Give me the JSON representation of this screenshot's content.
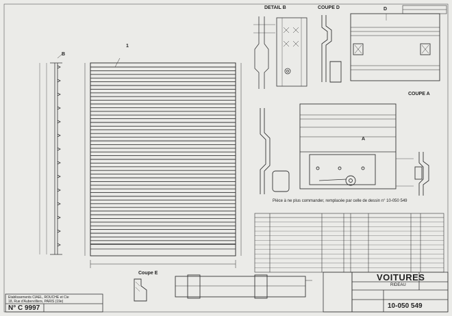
{
  "views": {
    "detail_b": "DETAIL B",
    "coupe_d": "COUPE D",
    "coupe_a": "COUPE A",
    "coupe_e": "Coupe E",
    "letter_b": "B",
    "letter_d": "D",
    "letter_a": "A",
    "num_1": "1"
  },
  "title_block": {
    "main_title": "VOITURES",
    "subtitle": "RIDEAU",
    "drawing_number": "10-050 549"
  },
  "company_block": {
    "line1": "Etablissements CIAEL, ROUCHE et Cie",
    "line2": "18, Rue d'Aubervilliers, PARIS (19e)",
    "number": "N° C 9997"
  },
  "notes": {
    "piece_note": "Pièce à ne plus commander, remplacée par celle de dessin n° 10-050 549"
  },
  "parts_list_rows": 12
}
